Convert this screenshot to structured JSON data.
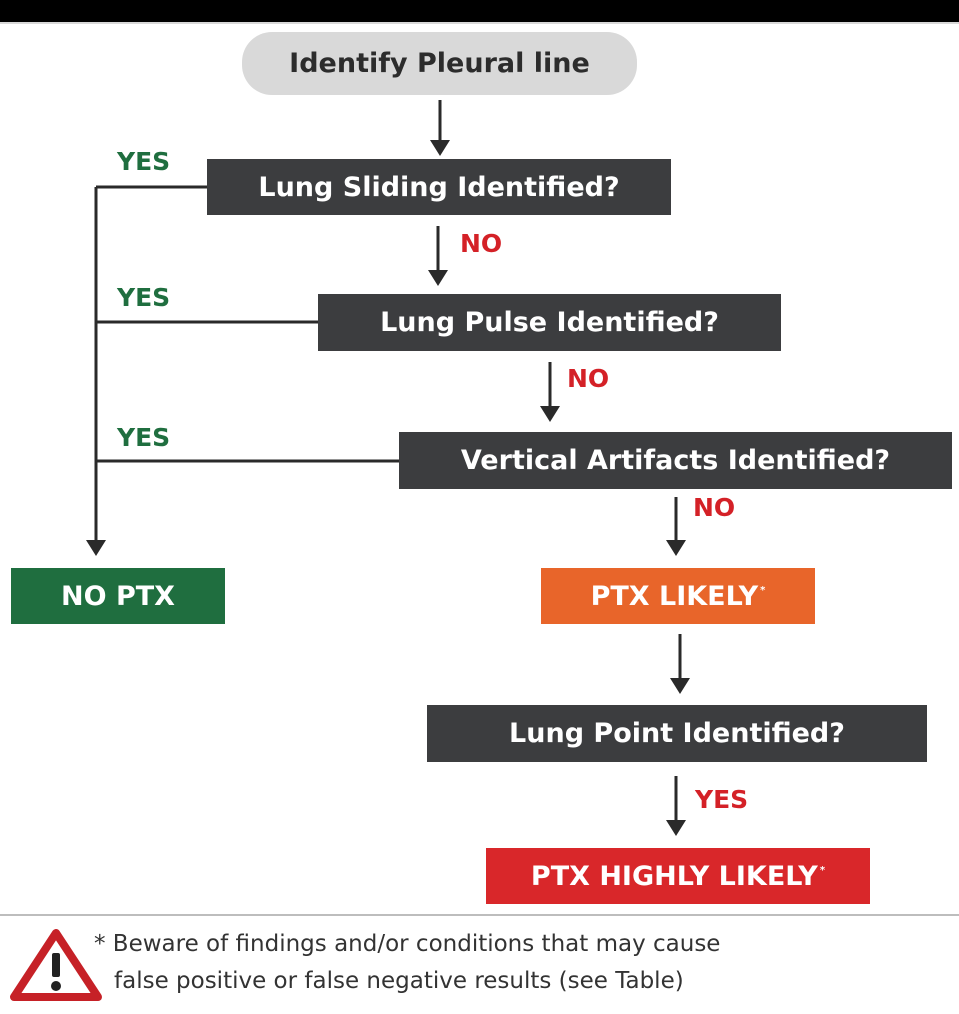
{
  "flowchart": {
    "start": "Identify Pleural line",
    "q1": "Lung Sliding Identified?",
    "q2": "Lung Pulse Identified?",
    "q3": "Vertical Artifacts Identified?",
    "q4": "Lung Point Identified?",
    "no_ptx": "NO PTX",
    "ptx_likely": "PTX LIKELY",
    "ptx_highly_likely": "PTX HIGHLY LIKELY",
    "asterisk": "*",
    "yes1": "YES",
    "yes2": "YES",
    "yes3": "YES",
    "yes4": "YES",
    "no1": "NO",
    "no2": "NO",
    "no3": "NO"
  },
  "footnote": {
    "line1": "* Beware of findings and/or conditions that may cause",
    "line2": "false positive or false negative results (see Table)",
    "warning_icon": "warning-triangle-icon"
  },
  "colors": {
    "question_box": "#3c3d3f",
    "start_box": "#d9d9d9",
    "no_ptx": "#1f6e3f",
    "ptx_likely": "#e8652a",
    "ptx_highly_likely": "#d9272a",
    "yes_label": "#1f6e3f",
    "no_label": "#d42127"
  }
}
